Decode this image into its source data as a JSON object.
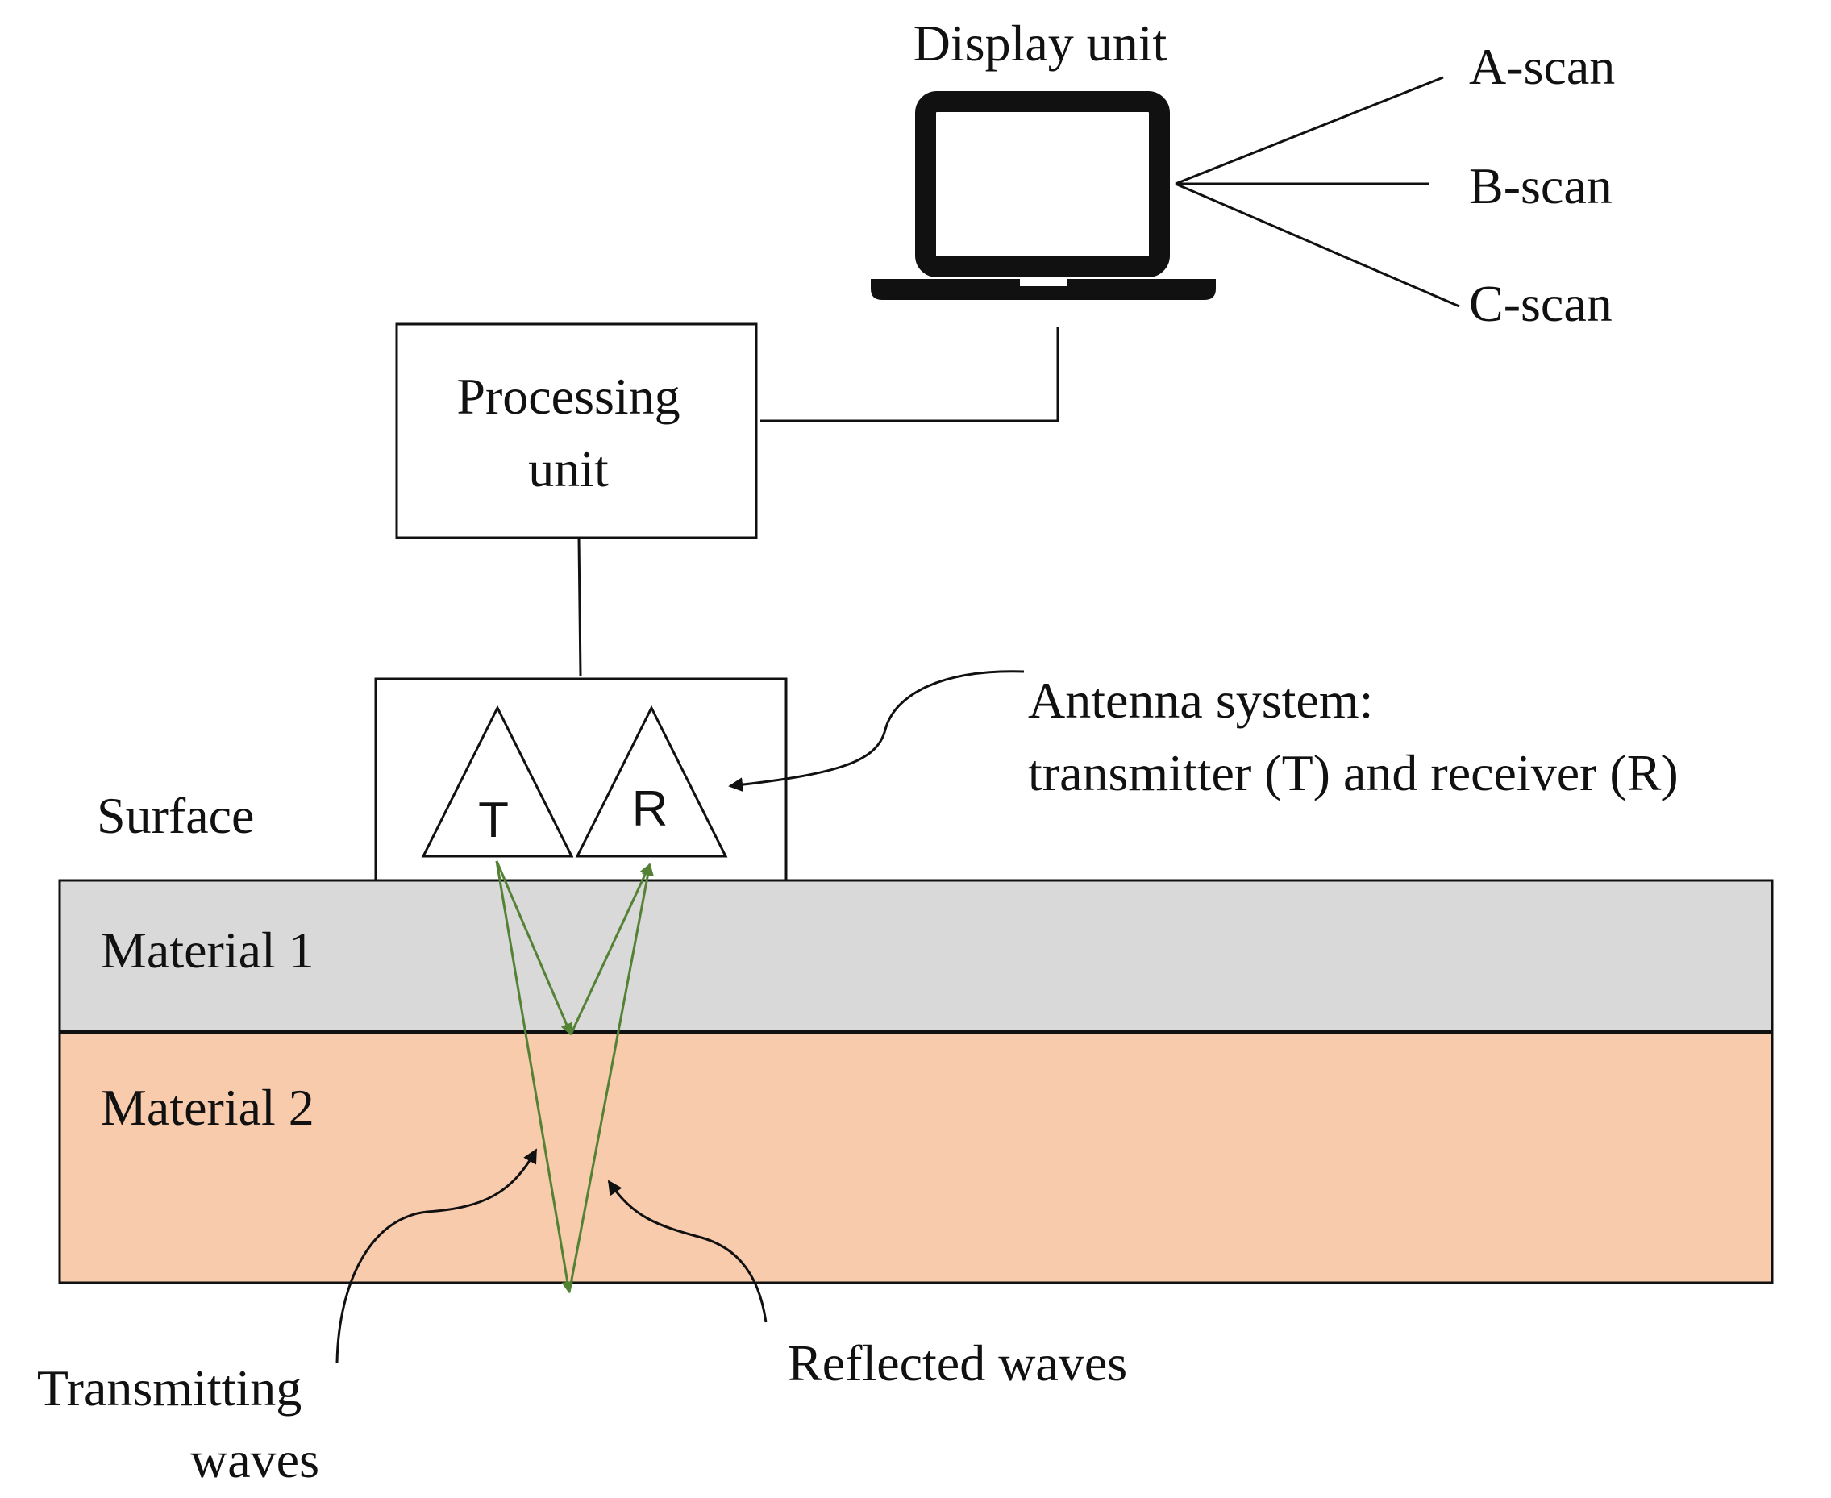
{
  "display_unit": {
    "title": "Display unit",
    "outputs": [
      "A-scan",
      "B-scan",
      "C-scan"
    ]
  },
  "processing_unit": {
    "label_line1": "Processing",
    "label_line2": "unit"
  },
  "antenna": {
    "transmitter_letter": "T",
    "receiver_letter": "R",
    "label_line1": "Antenna system:",
    "label_line2": "transmitter (T) and receiver (R)"
  },
  "surface_label": "Surface",
  "materials": [
    {
      "label": "Material 1",
      "color": "#d9d9d9"
    },
    {
      "label": "Material 2",
      "color": "#f8cbad"
    }
  ],
  "waves": {
    "transmitting_line1": "Transmitting",
    "transmitting_line2": "waves",
    "reflected": "Reflected waves",
    "color": "#548235"
  }
}
